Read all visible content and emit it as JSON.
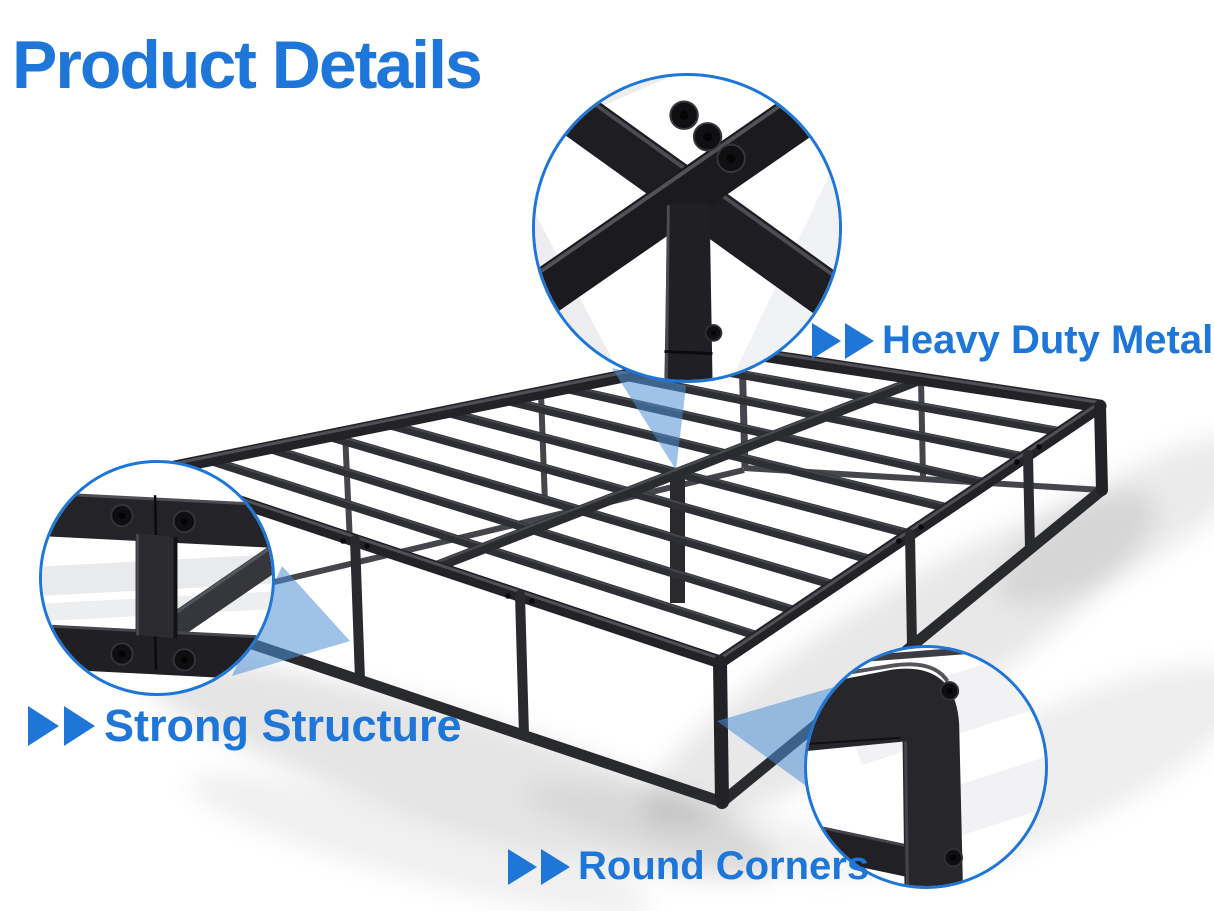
{
  "title": "Product Details",
  "features": [
    {
      "id": "heavy-duty-metal",
      "label": "Heavy Duty Metal"
    },
    {
      "id": "strong-structure",
      "label": "Strong Structure"
    },
    {
      "id": "round-corners",
      "label": "Round Corners"
    }
  ],
  "icons": {
    "feature-arrow": "▶▶"
  },
  "colors": {
    "accent": "#1e76d9",
    "pointer": "#4e8fd6",
    "metal": "#232327",
    "metal-light": "#3a3b40",
    "bg": "#ffffff"
  }
}
